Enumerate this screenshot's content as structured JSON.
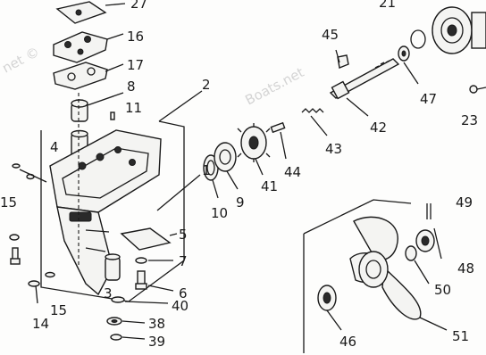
{
  "diagram": {
    "watermark_left": "net ©",
    "watermark_right": "Boats.net",
    "callouts": [
      {
        "id": "c27a",
        "text": "27"
      },
      {
        "id": "c16",
        "text": "16"
      },
      {
        "id": "c17",
        "text": "17"
      },
      {
        "id": "c8",
        "text": "8"
      },
      {
        "id": "c11",
        "text": "11"
      },
      {
        "id": "c2",
        "text": "2"
      },
      {
        "id": "c4",
        "text": "4"
      },
      {
        "id": "c15a",
        "text": "15"
      },
      {
        "id": "c1",
        "text": "1"
      },
      {
        "id": "c5",
        "text": "5"
      },
      {
        "id": "c7",
        "text": "7"
      },
      {
        "id": "c3",
        "text": "3"
      },
      {
        "id": "c6",
        "text": "6"
      },
      {
        "id": "c40",
        "text": "40"
      },
      {
        "id": "c14",
        "text": "14"
      },
      {
        "id": "c15b",
        "text": "15"
      },
      {
        "id": "c38",
        "text": "38"
      },
      {
        "id": "c39",
        "text": "39"
      },
      {
        "id": "c10",
        "text": "10"
      },
      {
        "id": "c9",
        "text": "9"
      },
      {
        "id": "c41",
        "text": "41"
      },
      {
        "id": "c44",
        "text": "44"
      },
      {
        "id": "c43",
        "text": "43"
      },
      {
        "id": "c42",
        "text": "42"
      },
      {
        "id": "c45",
        "text": "45"
      },
      {
        "id": "c47",
        "text": "47"
      },
      {
        "id": "c21",
        "text": "21"
      },
      {
        "id": "c23",
        "text": "23"
      },
      {
        "id": "c49",
        "text": "49"
      },
      {
        "id": "c48",
        "text": "48"
      },
      {
        "id": "c50",
        "text": "50"
      },
      {
        "id": "c46",
        "text": "46"
      },
      {
        "id": "c51",
        "text": "51"
      }
    ]
  }
}
